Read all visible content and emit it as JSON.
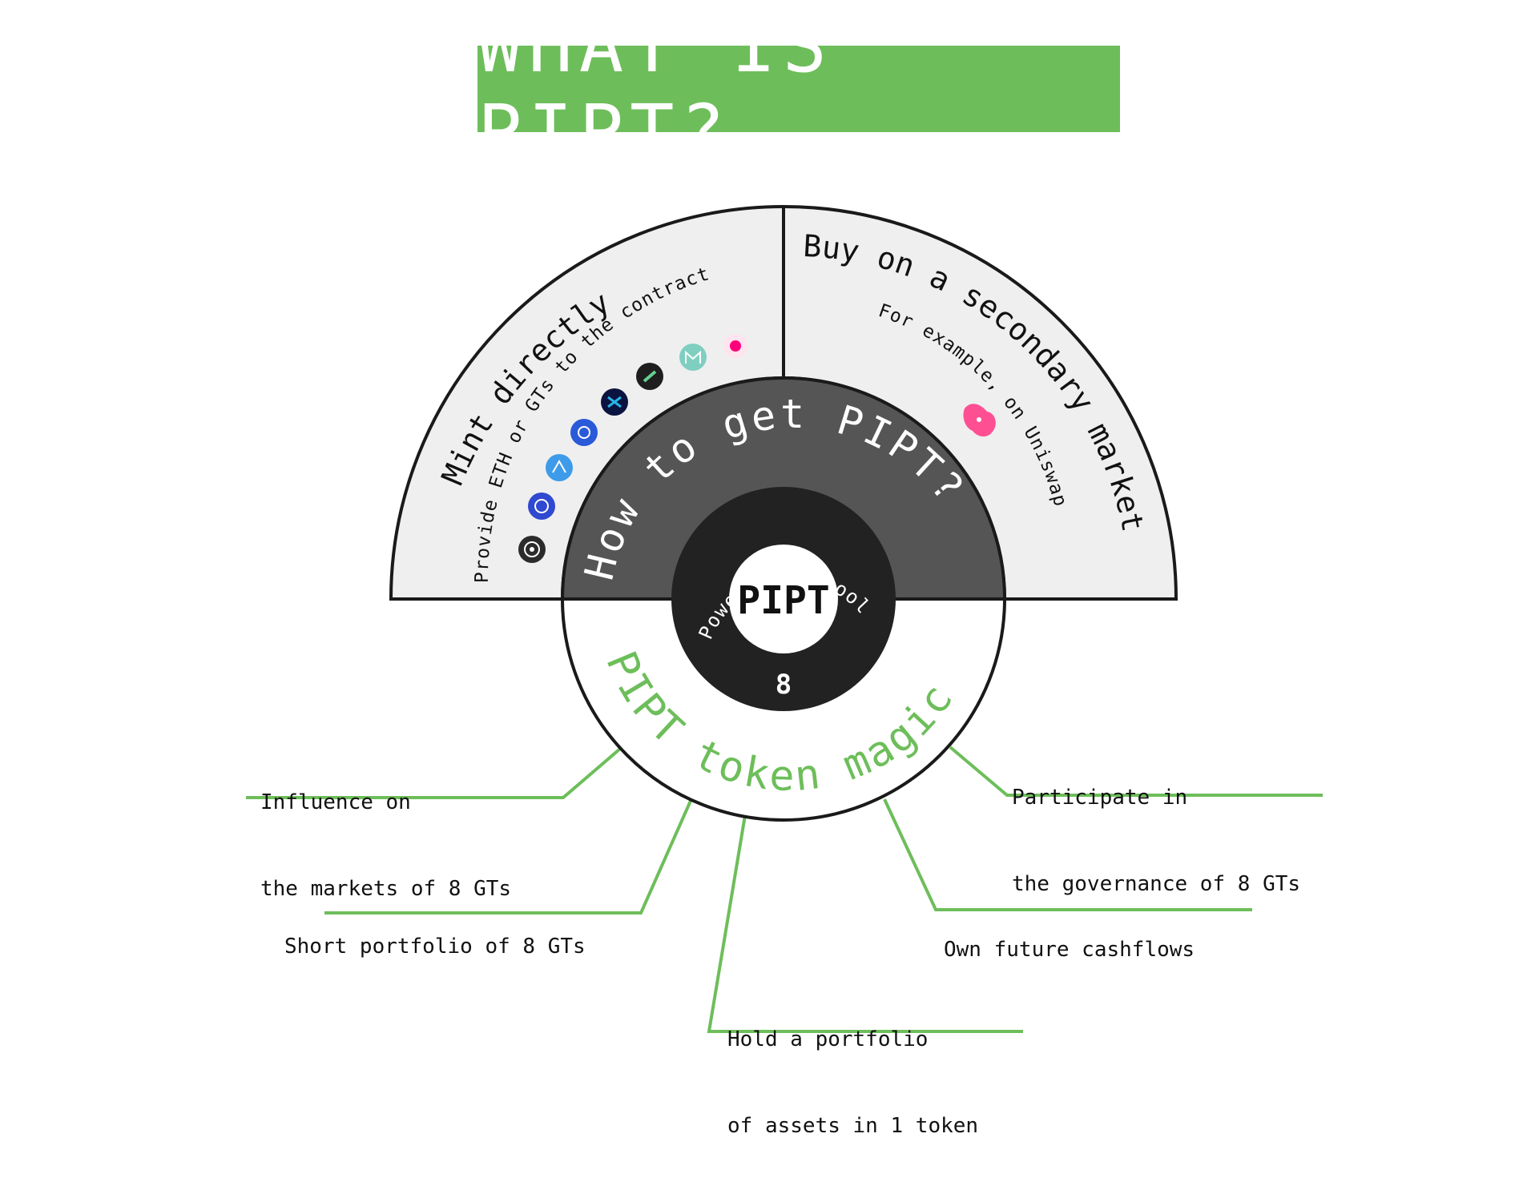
{
  "title": "WHAT IS PIPT?",
  "segments": {
    "left_heading": "Mint directly",
    "left_subtext": "Provide ETH or GTs to the contract",
    "right_heading": "Buy on a secondary market",
    "right_subtext": "For example, on Uniswap",
    "middle_ring": "How to get PIPT?",
    "inner_ring": "PowerIndex pool share",
    "center": "PIPT",
    "center_number": "8",
    "magic_ring": "PIPT token magic"
  },
  "callouts": {
    "influence": [
      "Influence on",
      "the markets of 8 GTs"
    ],
    "short": [
      "Short portfolio of 8 GTs"
    ],
    "hold": [
      "Hold a portfolio",
      "of assets in 1 token"
    ],
    "own": [
      "Own future cashflows"
    ],
    "participate": [
      "Participate in",
      "the governance of 8 GTs"
    ]
  },
  "token_icons": [
    {
      "name": "aave-icon",
      "color": "#2b2b2b"
    },
    {
      "name": "compound-icon",
      "color": "#2f49d1"
    },
    {
      "name": "sushi-icon",
      "color": "#3d9be9"
    },
    {
      "name": "chainlink-icon",
      "color": "#2a5ada"
    },
    {
      "name": "synthetix-icon",
      "color": "#0b1340"
    },
    {
      "name": "cream-icon",
      "color": "#1e1e1e"
    },
    {
      "name": "maker-icon",
      "color": "#7fcfc1"
    },
    {
      "name": "uniswap-icon",
      "color": "#ff007a"
    }
  ],
  "colors": {
    "accent_green": "#6dbe5a",
    "panel_light": "#efefef",
    "ring_dark": "#555555",
    "core_black": "#222222",
    "uniswap_pink": "#ff007a"
  }
}
